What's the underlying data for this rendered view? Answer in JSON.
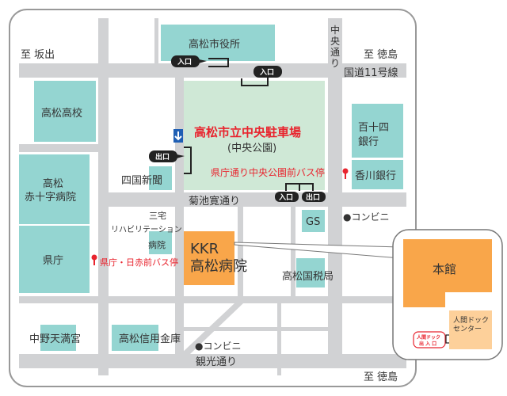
{
  "colors": {
    "road": "#d1d2d4",
    "building": "#94d5d1",
    "parking": "#cfe8d6",
    "hospital": "#f9a64a",
    "dock_center": "#fdd09a",
    "accent_red": "#e8242e"
  },
  "directions": {
    "to_sakaide": "至 坂出",
    "to_tokushima_top": "至 徳島",
    "to_tokushima_bottom": "至 徳島"
  },
  "roads": {
    "route11": "国道11号線",
    "chuo_dori": [
      "中",
      "央",
      "通",
      "り"
    ],
    "kikuchi_kan_dori": "菊池寛通り",
    "kanko_dori": "観光通り"
  },
  "buildings": {
    "city_hall": "高松市役所",
    "high_school": "高松高校",
    "red_cross": [
      "高松",
      "赤十字病院"
    ],
    "pref_office": "県庁",
    "shikoku_shimbun": "四国新聞",
    "bank_114": [
      "百十四",
      "銀行"
    ],
    "kagawa_bank": "香川銀行",
    "gs": "GS",
    "rehab": [
      "三宅",
      "リハビリテーション",
      "病院"
    ],
    "tax_bureau": "高松国税局",
    "tenmangu": "中野天満宮",
    "shinkin": "高松信用金庫",
    "kkr": [
      "KKR",
      "高松病院"
    ]
  },
  "parking": {
    "name": "高松市立中央駐車場",
    "sub": "(中央公園)"
  },
  "bus_stops": {
    "chuo_koen": "県庁通り中央公園前バス停",
    "kencho": "県庁・日赤前バス停"
  },
  "convenience": {
    "top": "●コンビニ",
    "bottom": "●コンビニ"
  },
  "tags": {
    "entrance": "入口",
    "exit": "出口"
  },
  "inset": {
    "main_building": "本館",
    "dock_center": [
      "人間ドック",
      "センター"
    ],
    "dock_entrance": [
      "人間ドック",
      "出 入 口"
    ]
  },
  "icons": {
    "one_way": "down-arrow-icon",
    "bus_stop": "bus-stop-pin-icon"
  }
}
